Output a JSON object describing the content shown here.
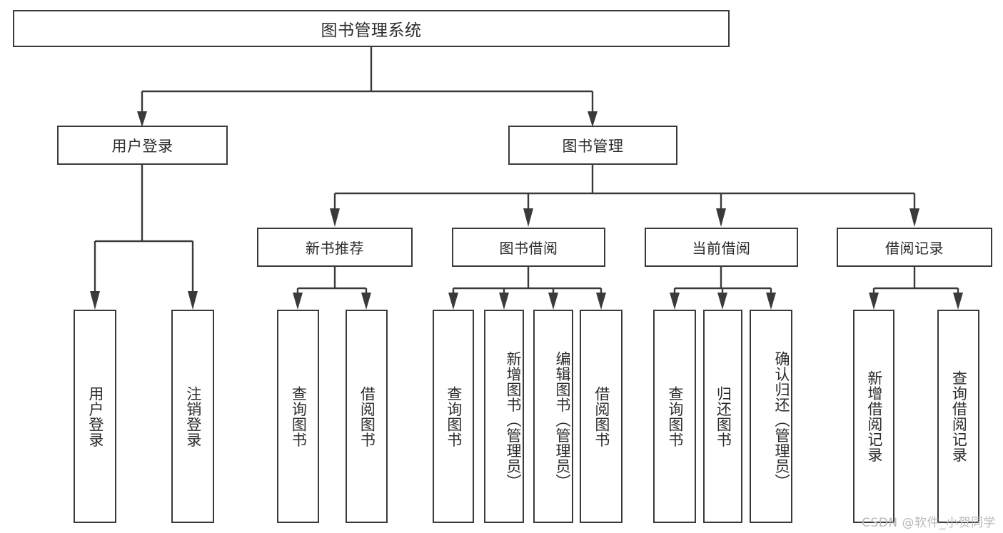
{
  "diagram": {
    "type": "tree-hierarchy",
    "title": "图书管理系统",
    "watermark": "CSDN @软件_小贺同学",
    "colors": {
      "stroke": "#3a3a3a",
      "box_fill": "#ffffff",
      "text": "#2b2b2b",
      "background": "#ffffff",
      "watermark": "#b9b9b9"
    },
    "nodes": {
      "root": {
        "label": "图书管理系统"
      },
      "level1": [
        {
          "label": "用户登录"
        },
        {
          "label": "图书管理"
        }
      ],
      "level2": [
        {
          "label": "新书推荐"
        },
        {
          "label": "图书借阅"
        },
        {
          "label": "当前借阅"
        },
        {
          "label": "借阅记录"
        }
      ],
      "leaves": {
        "user_login": [
          {
            "label": "用户登录"
          },
          {
            "label": "注销登录"
          }
        ],
        "new_book_rec": [
          {
            "label": "查询图书"
          },
          {
            "label": "借阅图书"
          }
        ],
        "book_borrow": [
          {
            "label": "查询图书"
          },
          {
            "label": "新增图书（管理员）"
          },
          {
            "label": "编辑图书（管理员）"
          },
          {
            "label": "借阅图书"
          }
        ],
        "current_borrow": [
          {
            "label": "查询图书"
          },
          {
            "label": "归还图书"
          },
          {
            "label": "确认归还（管理员）"
          }
        ],
        "borrow_record": [
          {
            "label": "新增借阅记录"
          },
          {
            "label": "查询借阅记录"
          }
        ]
      }
    }
  }
}
